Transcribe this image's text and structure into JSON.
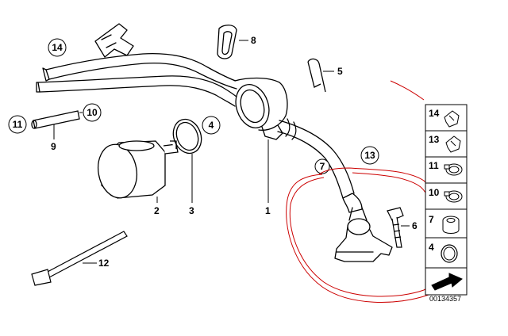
{
  "diagram": {
    "part_numbers": [
      "1",
      "2",
      "3",
      "4",
      "5",
      "6",
      "7",
      "8",
      "9",
      "10",
      "11",
      "12",
      "13",
      "14"
    ],
    "side_panel": [
      "14",
      "13",
      "11",
      "10",
      "7",
      "4"
    ],
    "diagram_id": "00134357",
    "colors": {
      "line": "#000000",
      "annotation": "#cc0000",
      "fill": "#ffffff"
    }
  }
}
